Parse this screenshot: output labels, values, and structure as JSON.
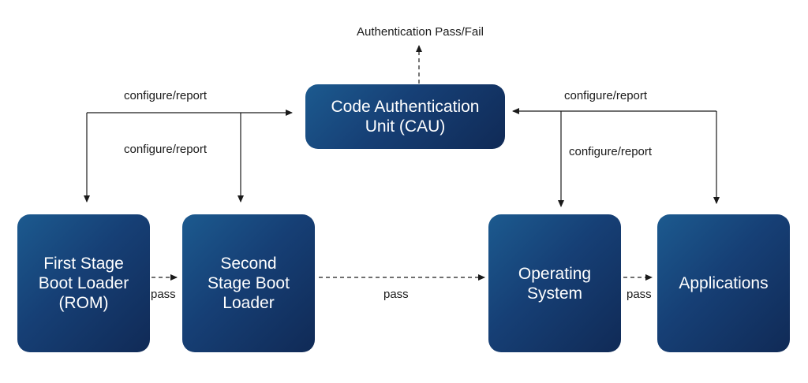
{
  "nodes": {
    "cau": {
      "label": "Code Authentication\nUnit (CAU)"
    },
    "first_stage": {
      "label": "First Stage\nBoot Loader\n(ROM)"
    },
    "second_stage": {
      "label": "Second\nStage Boot\nLoader"
    },
    "os": {
      "label": "Operating\nSystem"
    },
    "apps": {
      "label": "Applications"
    }
  },
  "edge_labels": {
    "auth_result": "Authentication Pass/Fail",
    "cfg_left_top": "configure/report",
    "cfg_left_mid": "configure/report",
    "cfg_right_top": "configure/report",
    "cfg_right_mid": "configure/report",
    "pass_1": "pass",
    "pass_2": "pass",
    "pass_3": "pass"
  },
  "colors": {
    "box_start": "#1c5a8f",
    "box_end": "#102a56",
    "line": "#1a1a1a"
  }
}
